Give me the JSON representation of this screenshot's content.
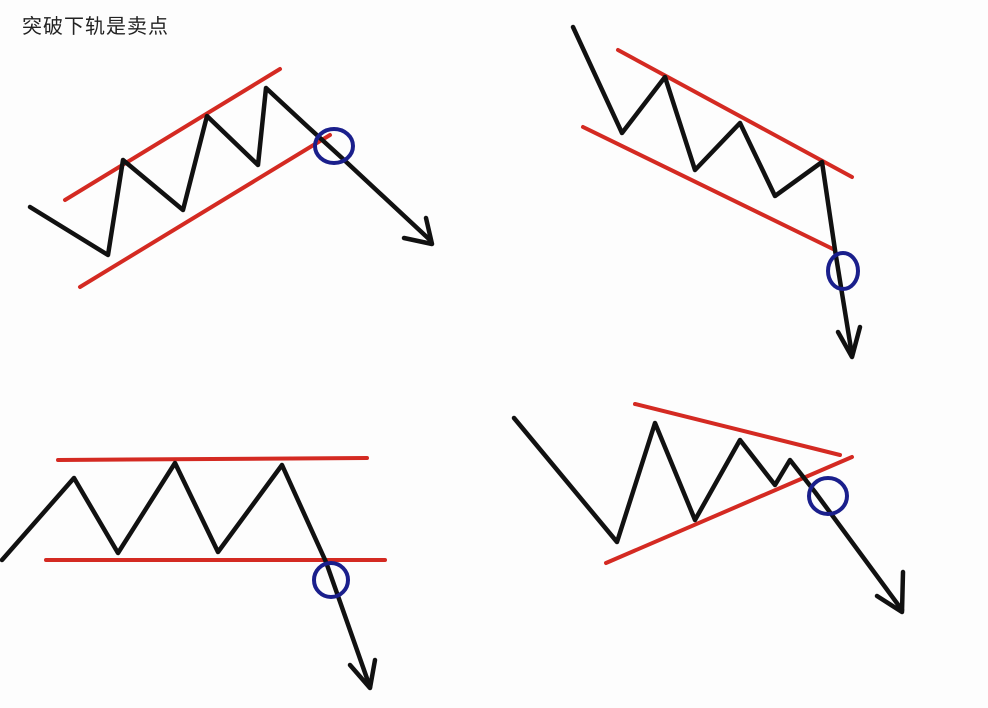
{
  "title": "突破下轨是卖点",
  "colors": {
    "band": "#d42a22",
    "price": "#111111",
    "marker": "#1a1f8c",
    "text": "#222222"
  },
  "patterns": [
    {
      "name": "ascending-channel"
    },
    {
      "name": "descending-channel"
    },
    {
      "name": "horizontal-range"
    },
    {
      "name": "symmetrical-triangle"
    }
  ]
}
